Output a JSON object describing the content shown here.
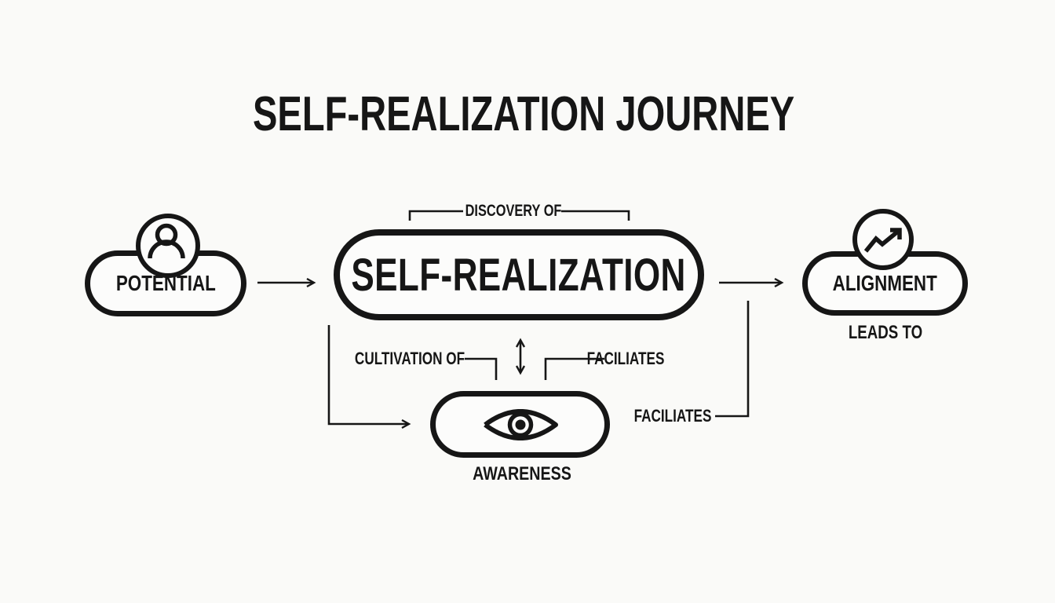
{
  "title": "SELF-REALIZATION JOURNEY",
  "colors": {
    "ink": "#161616",
    "background": "#fafaf8",
    "node_fill": "#fcfcfb"
  },
  "nodes": {
    "potential": {
      "label": "POTENTIAL",
      "icon": "person-icon"
    },
    "self_realization": {
      "label": "SELF-REALIZATION"
    },
    "alignment": {
      "label": "ALIGNMENT",
      "icon": "trend-up-icon",
      "caption": "LEADS TO"
    },
    "awareness": {
      "label": "AWARENESS",
      "icon": "eye-icon"
    }
  },
  "relationship_labels": {
    "discovery_of": "DISCOVERY OF",
    "cultivation_of": "CULTIVATION OF",
    "faciliates_upper": "FACILIATES",
    "faciliates_lower": "FACILIATES"
  }
}
